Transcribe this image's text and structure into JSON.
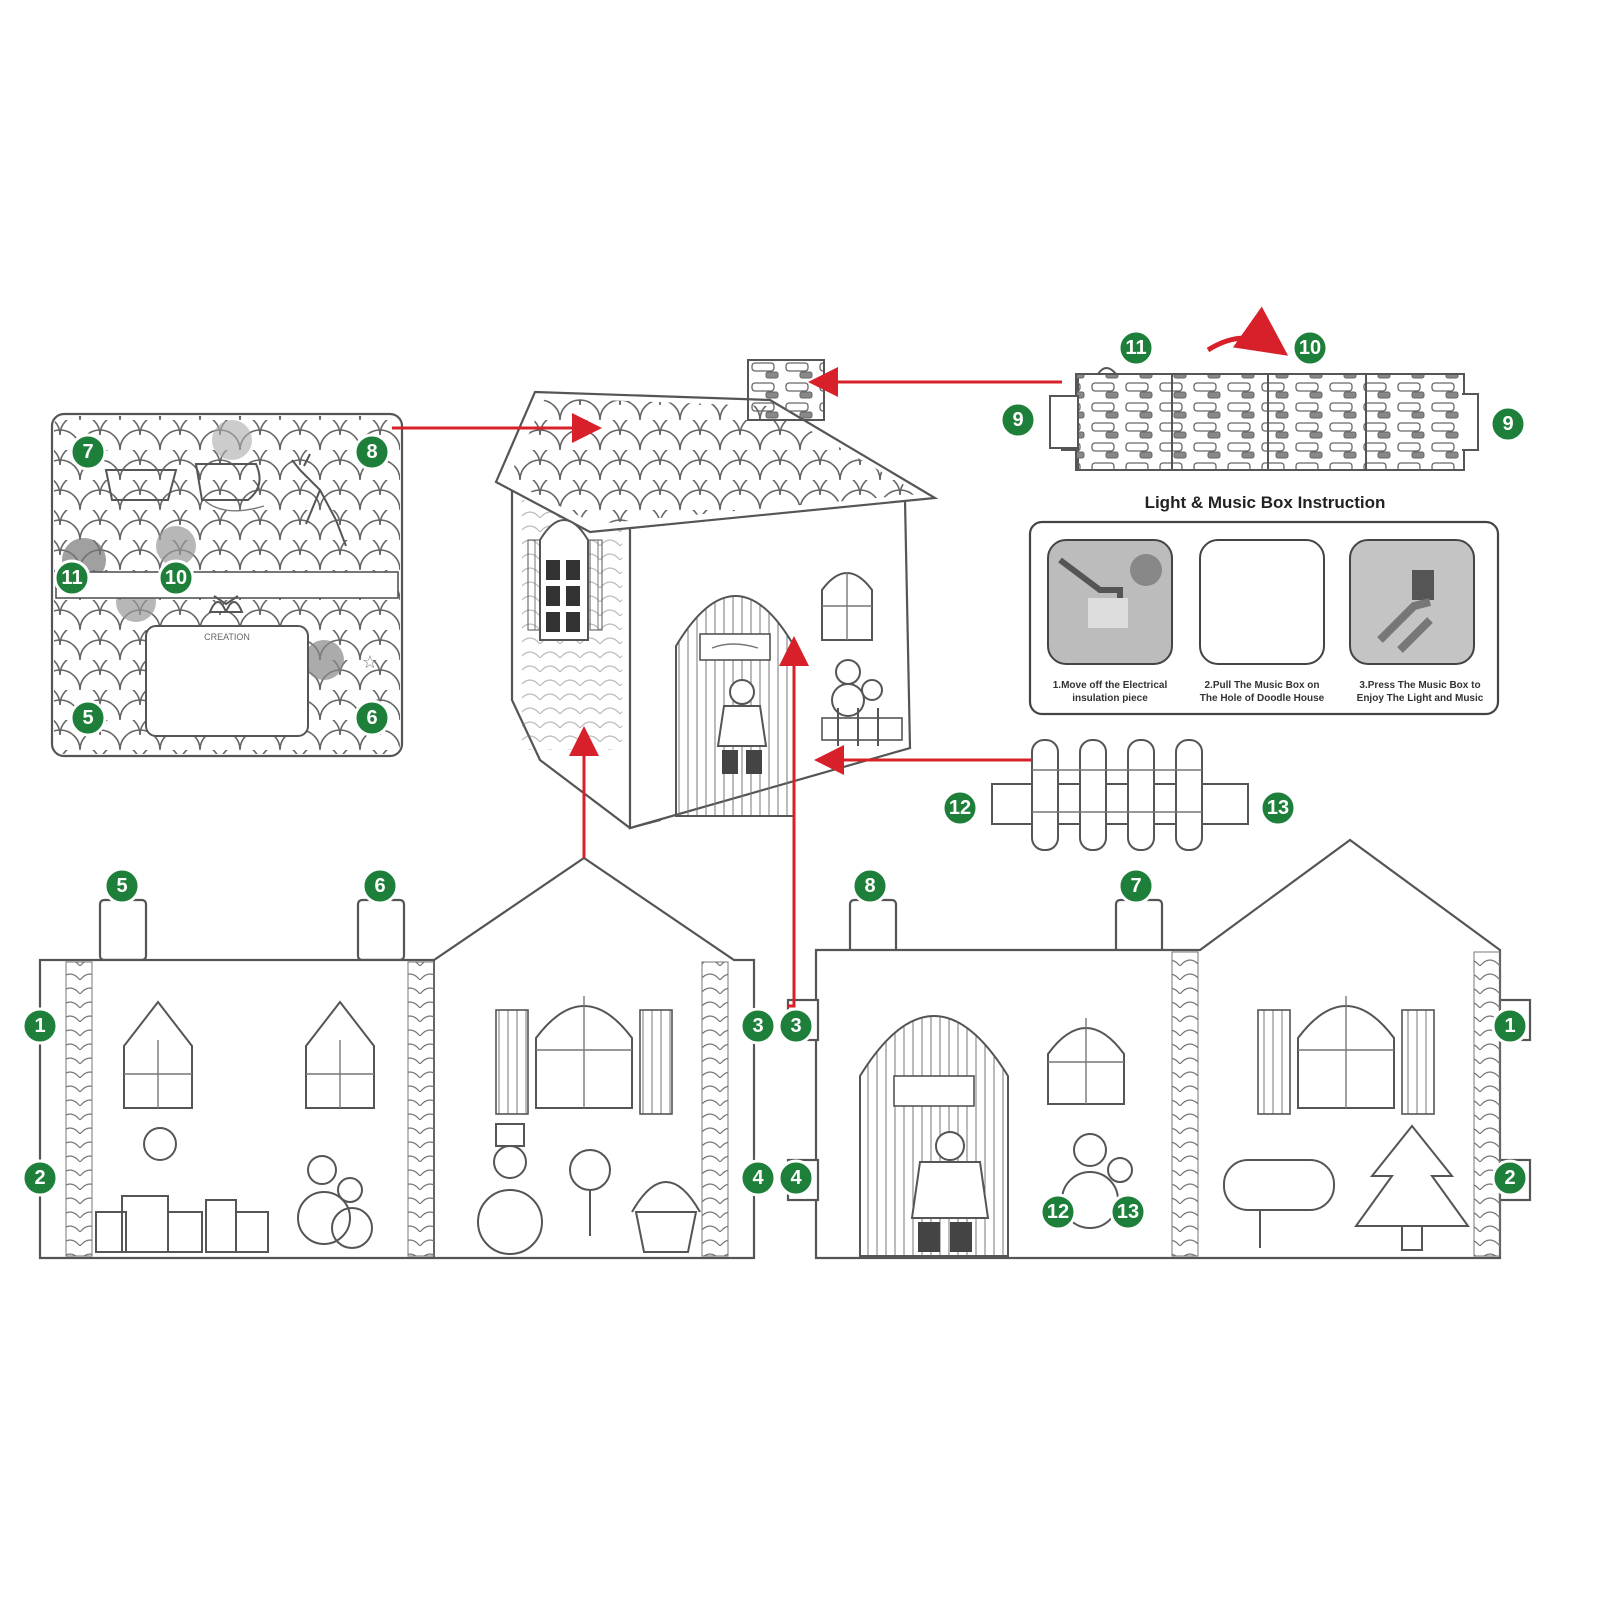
{
  "badge_color": "#1e7f3a",
  "arrow_color": "#d8202a",
  "music_box": {
    "title": "Light & Music Box Instruction",
    "steps": [
      {
        "line1": "1.Move off the Electrical",
        "line2": "insulation piece",
        "icon": "hand-lamp-photo"
      },
      {
        "line1": "2.Pull The Music Box on",
        "line2": "The Hole of Doodle House",
        "icon": "blank-photo"
      },
      {
        "line1": "3.Press The Music Box to",
        "line2": "Enjoy The Light and Music",
        "icon": "finger-press-photo"
      }
    ]
  },
  "roof_panel": {
    "creation_label": "CREATION"
  },
  "badges": {
    "roof_7": "7",
    "roof_8": "8",
    "roof_11": "11",
    "roof_10": "10",
    "roof_5": "5",
    "roof_6": "6",
    "chim_11": "11",
    "chim_10": "10",
    "chim_9a": "9",
    "chim_9b": "9",
    "fence_12": "12",
    "fence_13": "13",
    "left_5": "5",
    "left_6": "6",
    "left_1": "1",
    "left_2": "2",
    "left_3": "3",
    "left_4": "4",
    "right_8": "8",
    "right_7": "7",
    "right_3": "3",
    "right_4": "4",
    "right_1": "1",
    "right_2": "2",
    "right_12": "12",
    "right_13": "13"
  }
}
